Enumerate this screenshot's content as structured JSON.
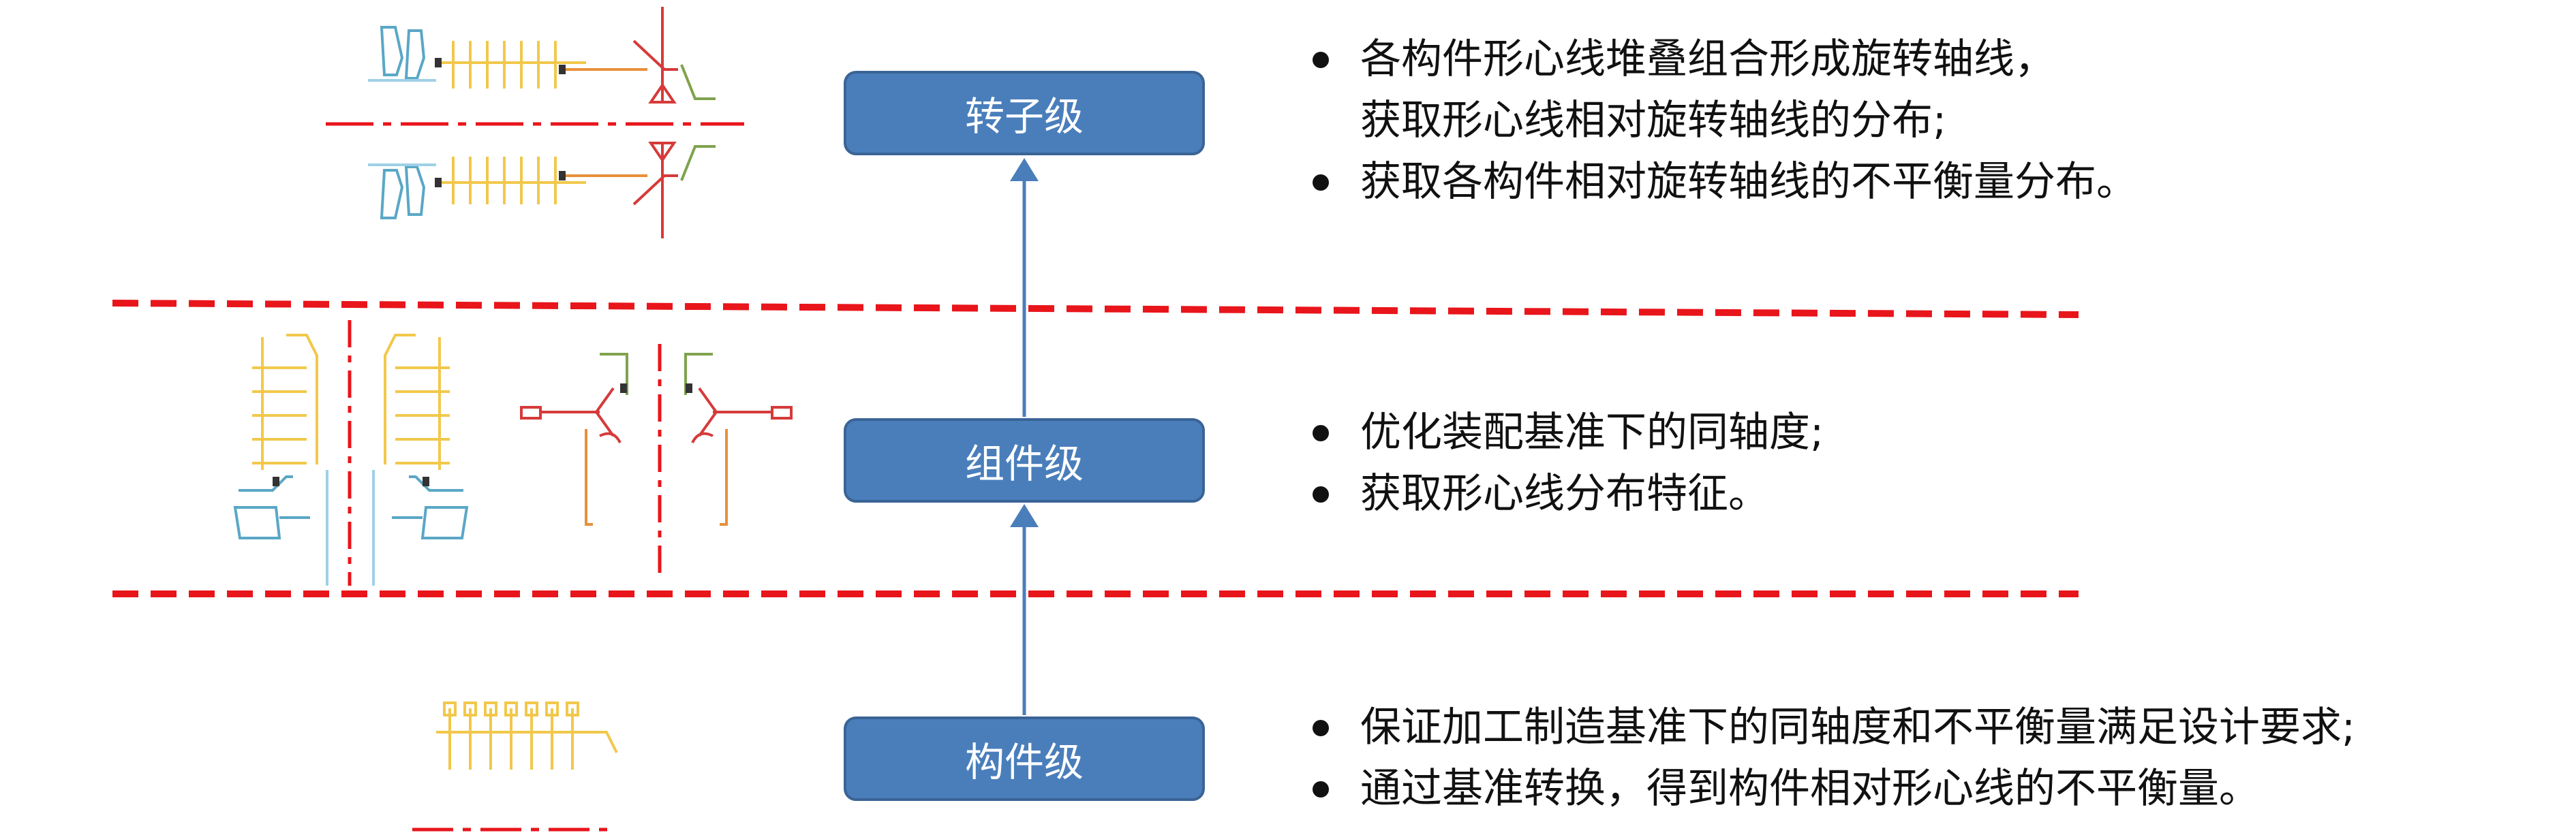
{
  "levels": {
    "rotor": {
      "label": "转子级"
    },
    "assembly": {
      "label": "组件级"
    },
    "component": {
      "label": "构件级"
    }
  },
  "notes": {
    "rotor": [
      {
        "line1": "各构件形心线堆叠组合形成旋转轴线，",
        "line2": "获取形心线相对旋转轴线的分布;"
      },
      {
        "line1": "获取各构件相对旋转轴线的不平衡量分布。"
      }
    ],
    "assembly": [
      {
        "line1": "优化装配基准下的同轴度;"
      },
      {
        "line1": "获取形心线分布特征。"
      }
    ],
    "component": [
      {
        "line1": "保证加工制造基准下的同轴度和不平衡量满足设计要求;"
      },
      {
        "line1": "通过基准转换，得到构件相对形心线的不平衡量。"
      }
    ]
  },
  "colors": {
    "box_fill": "#4a7ebb",
    "arrow": "#4a7ebb",
    "separator": "#e8151b",
    "part_yellow": "#f2c84b",
    "part_blue": "#5aa7c6",
    "part_red": "#d63a3a",
    "part_orange": "#e8903a",
    "part_green": "#7fa34d",
    "axis_line": "#e8151b",
    "axis_blue": "#9fd0e6"
  }
}
